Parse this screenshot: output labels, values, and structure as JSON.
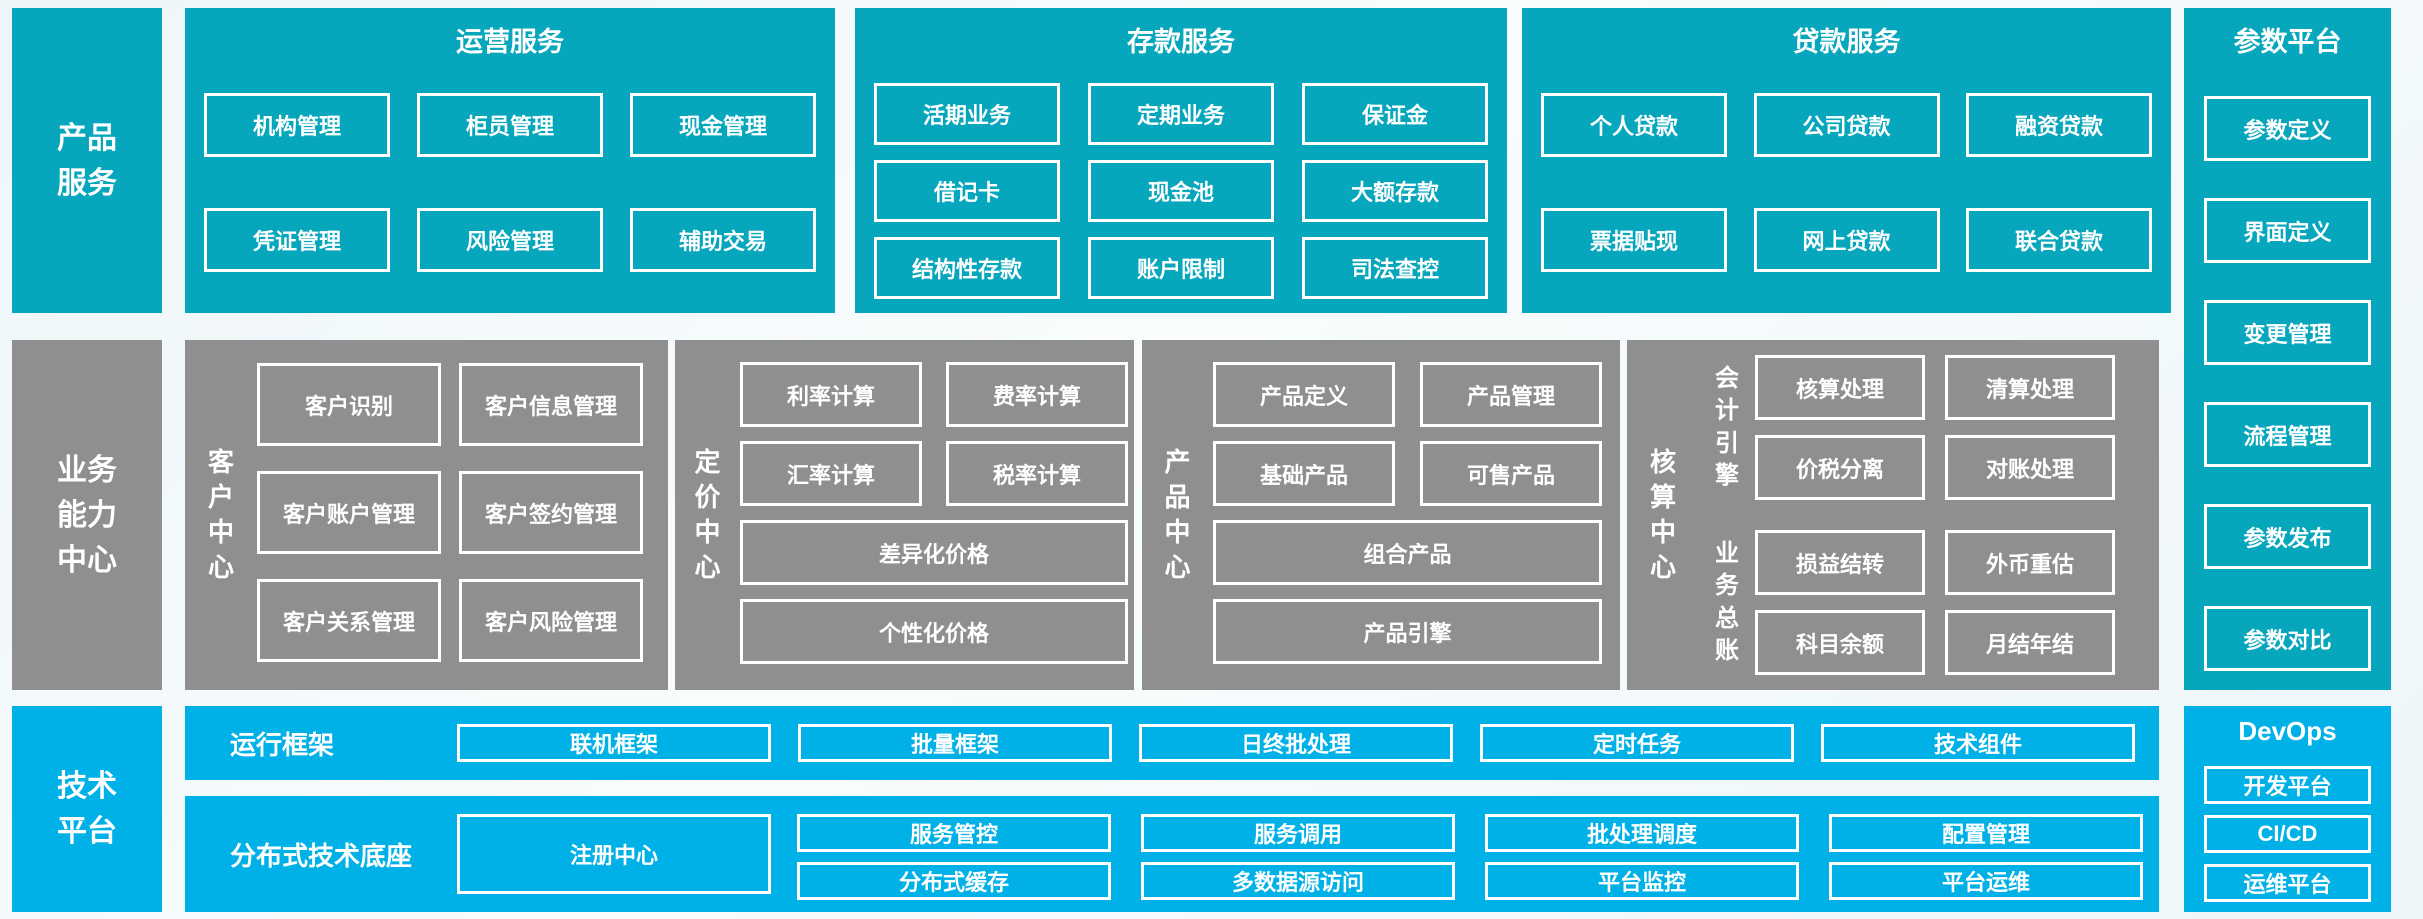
{
  "colors": {
    "teal": "#06a6bc",
    "gray": "#8f8f8f",
    "blue": "#00b1e8",
    "text": "#ffffff",
    "background": "#f3f9fb"
  },
  "rails": {
    "product_services": "产品\n服务",
    "business_capability": "业务\n能力\n中心",
    "tech_platform": "技术\n平台"
  },
  "operations": {
    "title": "运营服务",
    "items": [
      "机构管理",
      "柜员管理",
      "现金管理",
      "凭证管理",
      "风险管理",
      "辅助交易"
    ]
  },
  "deposit": {
    "title": "存款服务",
    "items": [
      "活期业务",
      "定期业务",
      "保证金",
      "借记卡",
      "现金池",
      "大额存款",
      "结构性存款",
      "账户限制",
      "司法查控"
    ]
  },
  "loan": {
    "title": "贷款服务",
    "items": [
      "个人贷款",
      "公司贷款",
      "融资贷款",
      "票据贴现",
      "网上贷款",
      "联合贷款"
    ]
  },
  "params": {
    "title": "参数平台",
    "items": [
      "参数定义",
      "界面定义",
      "变更管理",
      "流程管理",
      "参数发布",
      "参数对比"
    ]
  },
  "customer": {
    "label": "客\n户\n中\n心",
    "items": [
      "客户识别",
      "客户信息管理",
      "客户账户管理",
      "客户签约管理",
      "客户关系管理",
      "客户风险管理"
    ]
  },
  "pricing": {
    "label": "定\n价\n中\n心",
    "items": [
      "利率计算",
      "费率计算",
      "汇率计算",
      "税率计算"
    ],
    "wide_items": [
      "差异化价格",
      "个性化价格"
    ]
  },
  "product": {
    "label": "产\n品\n中\n心",
    "items": [
      "产品定义",
      "产品管理",
      "基础产品",
      "可售产品"
    ],
    "wide_items": [
      "组合产品",
      "产品引擎"
    ]
  },
  "accounting": {
    "label": "核\n算\n中\n心",
    "group1_label": "会\n计\n引\n擎",
    "group2_label": "业\n务\n总\n账",
    "group1_items": [
      "核算处理",
      "清算处理",
      "价税分离",
      "对账处理"
    ],
    "group2_items": [
      "损益结转",
      "外币重估",
      "科目余额",
      "月结年结"
    ]
  },
  "runtime": {
    "label": "运行框架",
    "items": [
      "联机框架",
      "批量框架",
      "日终批处理",
      "定时任务",
      "技术组件"
    ]
  },
  "distributed": {
    "label": "分布式技术底座",
    "registry": "注册中心",
    "items": [
      "服务管控",
      "服务调用",
      "批处理调度",
      "配置管理",
      "分布式缓存",
      "多数据源访问",
      "平台监控",
      "平台运维"
    ]
  },
  "devops": {
    "title": "DevOps",
    "items": [
      "开发平台",
      "CI/CD",
      "运维平台"
    ]
  }
}
